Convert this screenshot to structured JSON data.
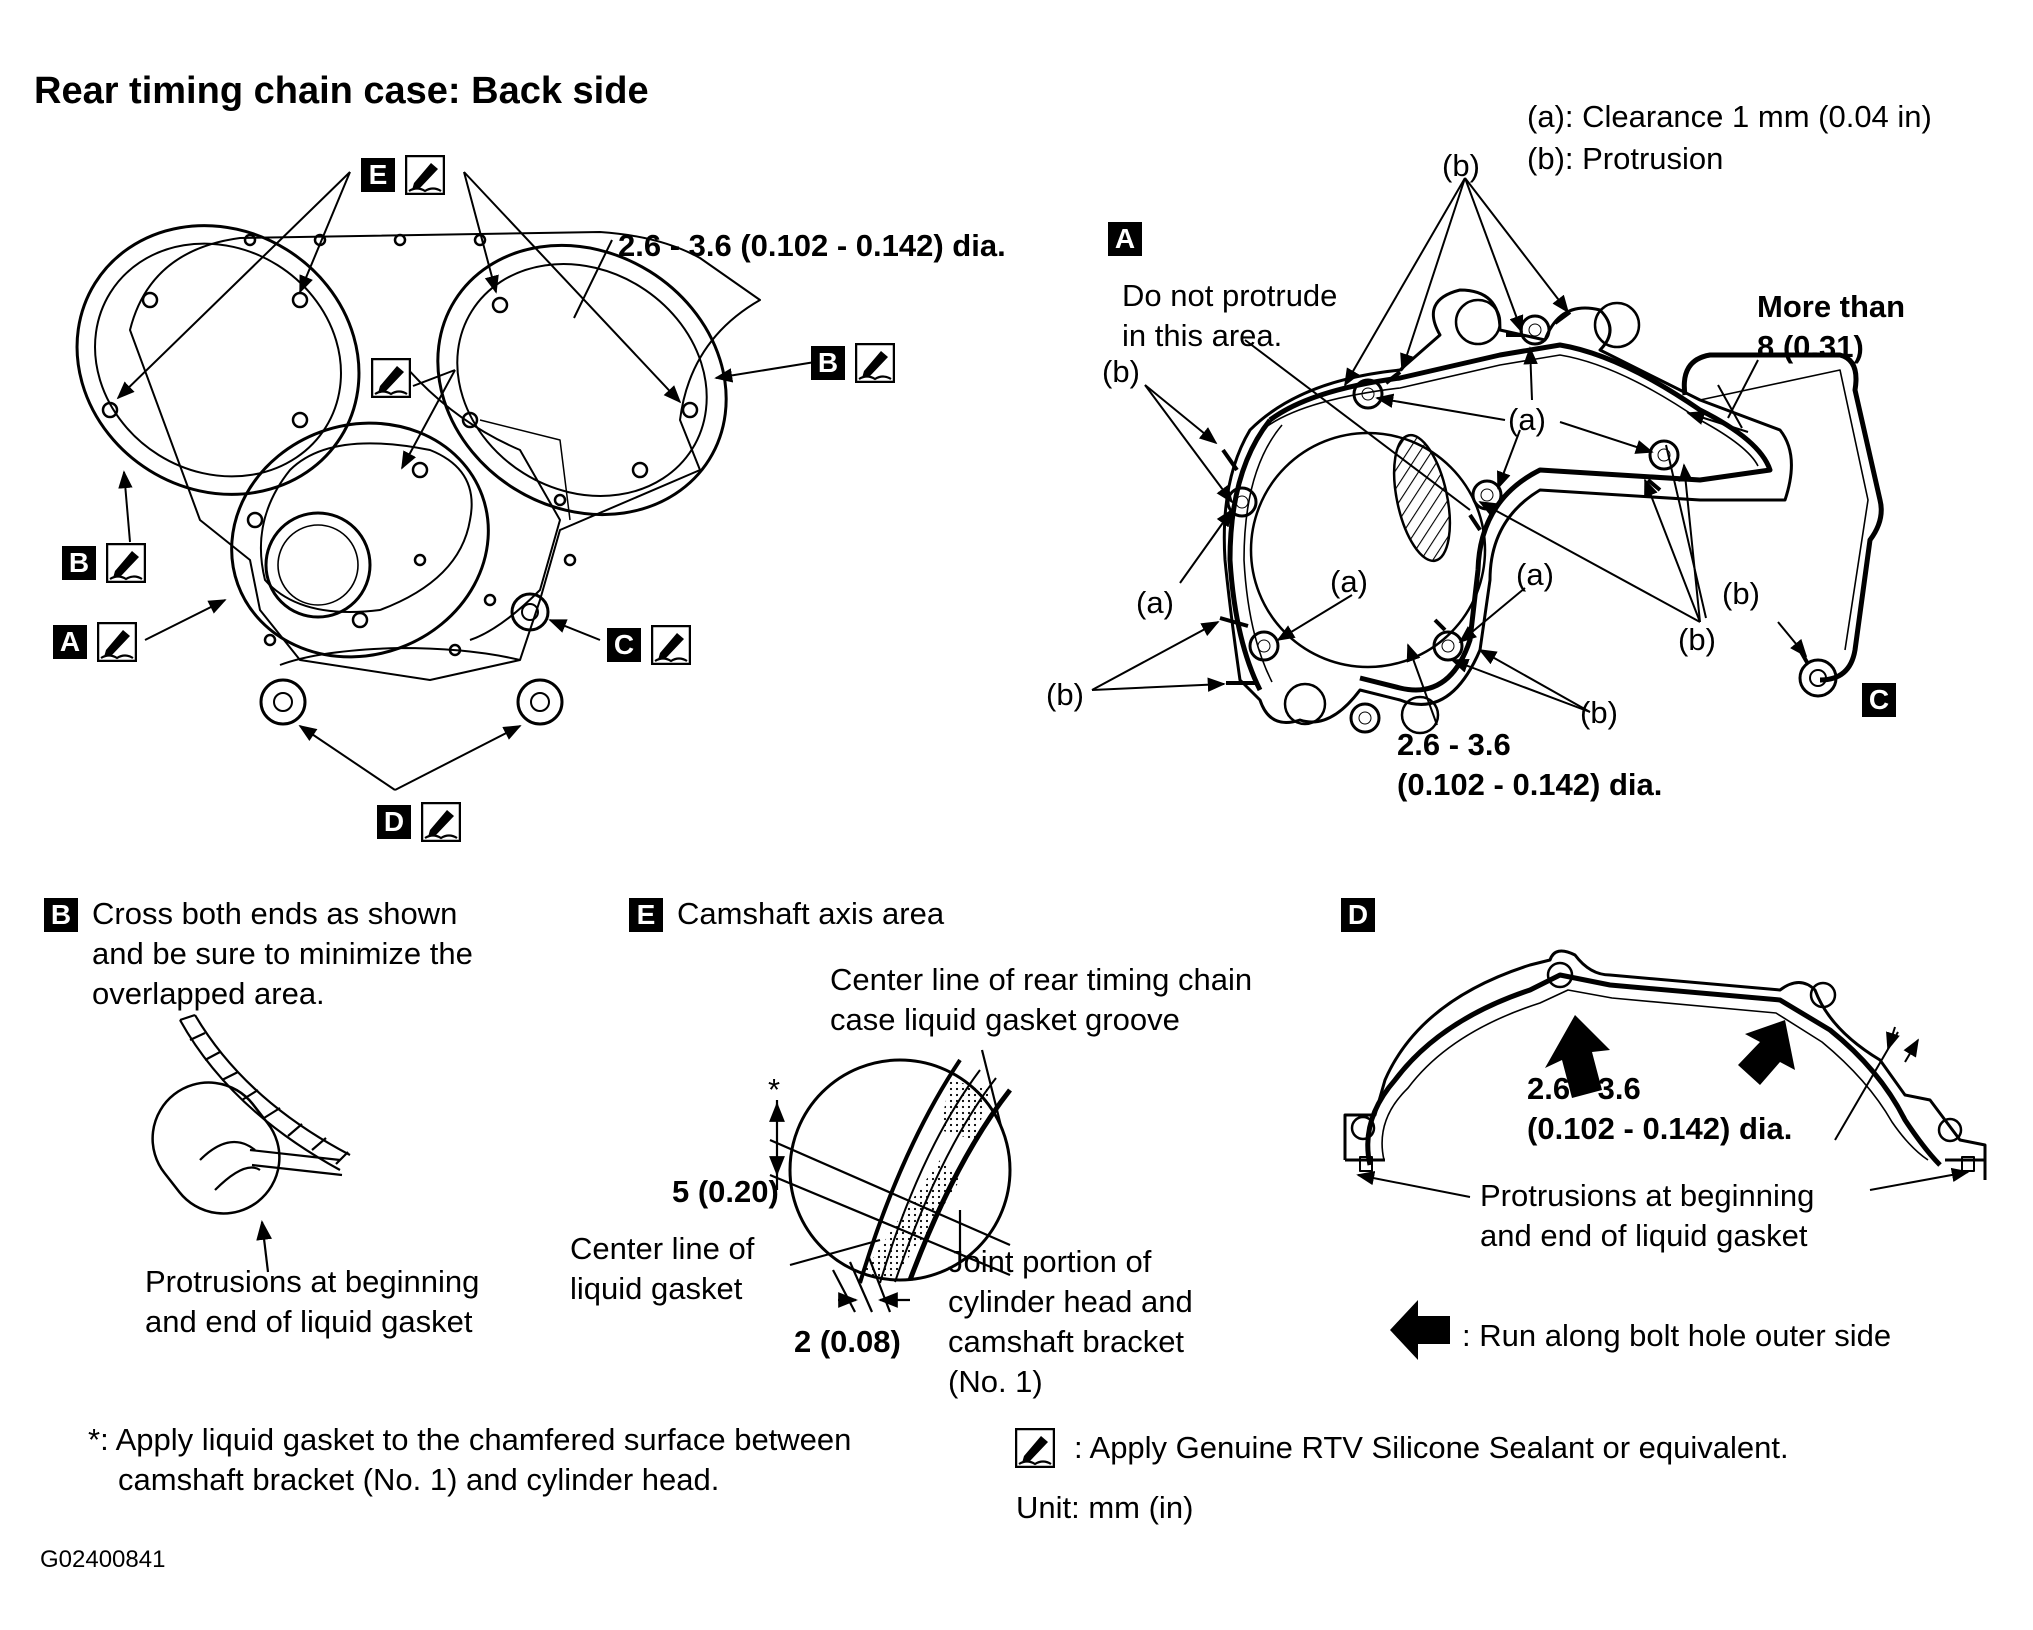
{
  "title": "Rear timing chain case: Back side",
  "legend_top": {
    "a": "(a): Clearance 1 mm (0.04 in)",
    "b": "(b): Protrusion"
  },
  "callout_letters": {
    "A": "A",
    "B": "B",
    "C": "C",
    "D": "D",
    "E": "E"
  },
  "callout_small": {
    "a": "(a)",
    "b": "(b)"
  },
  "left_view": {
    "dim": "2.6 - 3.6 (0.102 - 0.142) dia."
  },
  "view_a": {
    "do_not_protrude_1": "Do not protrude",
    "do_not_protrude_2": "in this area.",
    "more_than_1": "More than",
    "more_than_2": "8 (0.31)",
    "dim_1": "2.6 - 3.6",
    "dim_2": "(0.102 - 0.142) dia."
  },
  "section_b": {
    "heading_1": "Cross both ends as shown",
    "heading_2": "and be sure to minimize the",
    "heading_3": "overlapped area.",
    "note_1": "Protrusions at beginning",
    "note_2": "and end of liquid gasket"
  },
  "section_e": {
    "heading": "Camshaft axis area",
    "center_line_groove_1": "Center line of rear timing chain",
    "center_line_groove_2": "case liquid gasket groove",
    "star": "*",
    "dim_5": "5 (0.20)",
    "center_line_gasket_1": "Center line of",
    "center_line_gasket_2": "liquid gasket",
    "dim_2": "2 (0.08)",
    "joint_1": "Joint portion of",
    "joint_2": "cylinder head and",
    "joint_3": "camshaft bracket",
    "joint_4": "(No. 1)"
  },
  "section_d": {
    "dim_1": "2.6 - 3.6",
    "dim_2": "(0.102 - 0.142) dia.",
    "note_1": "Protrusions at beginning",
    "note_2": "and end of liquid gasket",
    "arrow_note": ": Run along bolt hole outer side"
  },
  "footnote": {
    "line_1": "*: Apply liquid gasket to the chamfered surface between",
    "line_2": "camshaft bracket (No. 1) and cylinder head."
  },
  "sealant_note": ": Apply Genuine RTV Silicone Sealant or equivalent.",
  "unit": "Unit: mm (in)",
  "figure_id": "G02400841"
}
